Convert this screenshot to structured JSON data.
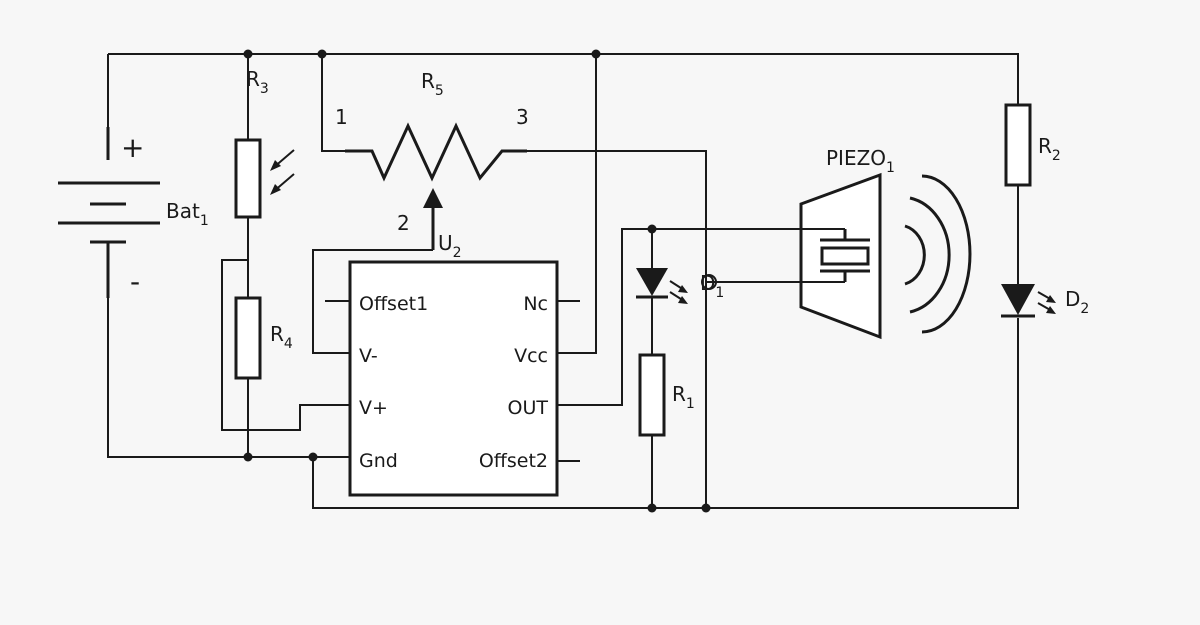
{
  "components": {
    "battery": {
      "name": "Bat",
      "sub": "1",
      "plus": "+",
      "minus": "-"
    },
    "r1": {
      "name": "R",
      "sub": "1"
    },
    "r2": {
      "name": "R",
      "sub": "2"
    },
    "r3": {
      "name": "R",
      "sub": "3"
    },
    "r4": {
      "name": "R",
      "sub": "4"
    },
    "r5": {
      "name": "R",
      "sub": "5",
      "pin1": "1",
      "pin2": "2",
      "pin3": "3"
    },
    "u2": {
      "name": "U",
      "sub": "2"
    },
    "d1": {
      "name": "D",
      "sub": "1"
    },
    "d2": {
      "name": "D",
      "sub": "2"
    },
    "piezo": {
      "name": "PIEZO",
      "sub": "1"
    }
  },
  "ic_pins": {
    "offset1": "Offset1",
    "v_minus": "V-",
    "v_plus": "V+",
    "gnd": "Gnd",
    "nc": "Nc",
    "vcc": "Vcc",
    "out": "OUT",
    "offset2": "Offset2"
  }
}
